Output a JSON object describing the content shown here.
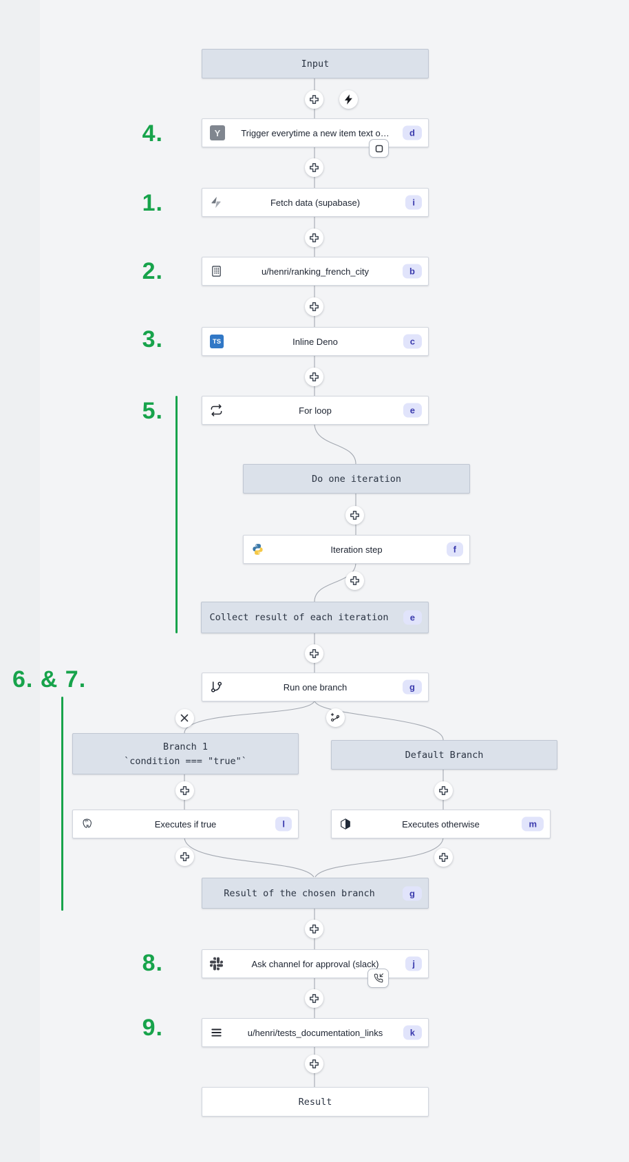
{
  "colors": {
    "annotation_green": "#17a34b",
    "badge_bg": "#e1e4fb",
    "badge_text": "#3c3cae",
    "header_box_bg": "#dbe1ea",
    "canvas_bg": "#f3f4f6"
  },
  "annotations": {
    "n4": "4.",
    "n1": "1.",
    "n2": "2.",
    "n3": "3.",
    "n5": "5.",
    "n67": "6. & 7.",
    "n8": "8.",
    "n9": "9."
  },
  "flow": {
    "input": {
      "label": "Input"
    },
    "trigger": {
      "label": "Trigger everytime a new item text o…",
      "badge": "d",
      "icon": "ycombinator-icon",
      "icon_text": "Y"
    },
    "fetch": {
      "label": "Fetch data (supabase)",
      "badge": "i",
      "icon": "supabase-icon"
    },
    "ranking": {
      "label": "u/henri/ranking_french_city",
      "badge": "b",
      "icon": "building-icon"
    },
    "deno": {
      "label": "Inline Deno",
      "badge": "c",
      "icon": "typescript-icon",
      "icon_text": "TS"
    },
    "forloop": {
      "label": "For loop",
      "badge": "e",
      "icon": "loop-icon"
    },
    "do_iteration": {
      "label": "Do one iteration"
    },
    "iteration_step": {
      "label": "Iteration step",
      "badge": "f",
      "icon": "python-icon"
    },
    "collect": {
      "label": "Collect result of each iteration",
      "badge": "e"
    },
    "run_branch": {
      "label": "Run one branch",
      "badge": "g",
      "icon": "git-branch-icon"
    },
    "branch1": {
      "title": "Branch 1",
      "condition": "`condition === \"true\"`"
    },
    "default_branch": {
      "label": "Default Branch"
    },
    "exec_true": {
      "label": "Executes if true",
      "badge": "l",
      "icon": "postgresql-icon"
    },
    "exec_otherwise": {
      "label": "Executes otherwise",
      "badge": "m",
      "icon": "cube-icon"
    },
    "result_branch": {
      "label": "Result of the chosen branch",
      "badge": "g"
    },
    "ask_approval": {
      "label": "Ask channel for approval (slack)",
      "badge": "j",
      "icon": "slack-icon"
    },
    "tests_docs": {
      "label": "u/henri/tests_documentation_links",
      "badge": "k",
      "icon": "list-icon"
    },
    "result": {
      "label": "Result"
    }
  }
}
